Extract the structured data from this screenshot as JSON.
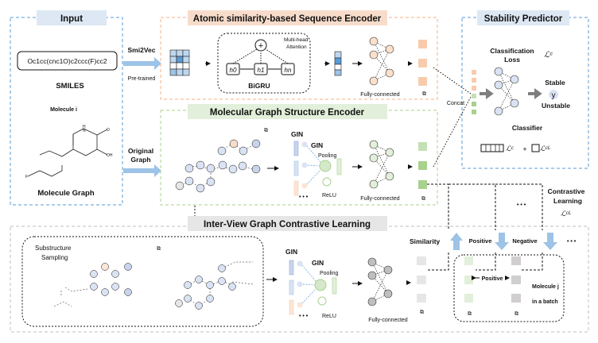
{
  "input": {
    "title": "Input",
    "smiles_value": "Oc1cc(cnc1O)c2ccc(F)cc2",
    "smiles_label": "SMILES",
    "molecule_label": "Molecule i",
    "graph_label": "Molecule Graph",
    "atoms": {
      "nh": "H",
      "n": "N",
      "o": "O",
      "oh": "OH",
      "f": "F"
    }
  },
  "arrows": {
    "smi2vec": "Smi2Vec",
    "pretrained": "Pre-trained",
    "original_1": "Original",
    "original_2": "Graph"
  },
  "sequence_encoder": {
    "title": "Atomic similarity-based Sequence Encoder",
    "attention_1": "Multi-head",
    "attention_2": "Attention",
    "h0": "h0",
    "h1": "h1",
    "hn": "hn",
    "bigru": "BiGRU",
    "fc": "Fully-connected",
    "plus": "+"
  },
  "graph_encoder": {
    "title": "Molecular Graph Structure Encoder",
    "gin_1": "GIN",
    "gin_2": "GIN",
    "pooling": "Pooling",
    "relu": "ReLU",
    "dots": "• • •",
    "fc": "Fully-connected"
  },
  "predictor": {
    "title": "Stability Predictor",
    "concat": "Concat",
    "loss_1": "Classification",
    "loss_2": "Loss",
    "loss_symbol": "ℒᶜ",
    "stable": "Stable",
    "y": "y",
    "unstable": "Unstable",
    "classifier": "Classifier",
    "formula_1": "ℒᶜ",
    "formula_plus": "+",
    "formula_2": "ℒᶜᴸ"
  },
  "contrastive": {
    "title": "Inter-View Graph Contrastive Learning",
    "side_1": "Contrastive",
    "side_2": "Learning",
    "side_symbol": "ℒᶜᴸ",
    "substructure_1": "Substructure",
    "substructure_2": "Sampling",
    "gin_1": "GIN",
    "gin_2": "GIN",
    "pooling": "Pooling",
    "relu": "ReLU",
    "dots": "• • •",
    "fc": "Fully-connected",
    "similarity": "Similarity",
    "positive": "Positive",
    "negative": "Negative",
    "positive_inner": "Positive",
    "batch_1": "Molecule j",
    "batch_2": "in a batch",
    "ellipsis": "• • •"
  },
  "colors": {
    "blue": "#5b9bd5",
    "orange": "#f4b183",
    "green": "#a9d18e",
    "gray": "#bfbfbf",
    "arrow_blue": "#9dc3e6"
  }
}
